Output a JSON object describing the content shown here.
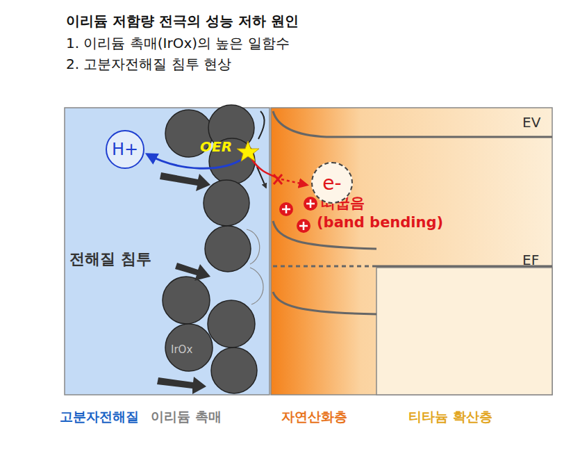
{
  "diagram": {
    "title": "이리듐 저함량 전극의 성능 저하 원인",
    "nodes": [
      {
        "text": [
          "H+"
        ]
      },
      {
        "text": [
          "e-"
        ]
      }
    ],
    "labels": [
      "1. 이리듐 촉매(IrOx)의 높은 일함수",
      "2. 고분자전해질 침투 현상",
      "OER",
      "띠굽음",
      "(band bending)",
      "전해질 침투",
      "IrOx",
      "EV",
      "EF",
      "고분자전해질",
      "이리듐 촉매",
      "자연산화층",
      "티타늄 확산층"
    ]
  }
}
